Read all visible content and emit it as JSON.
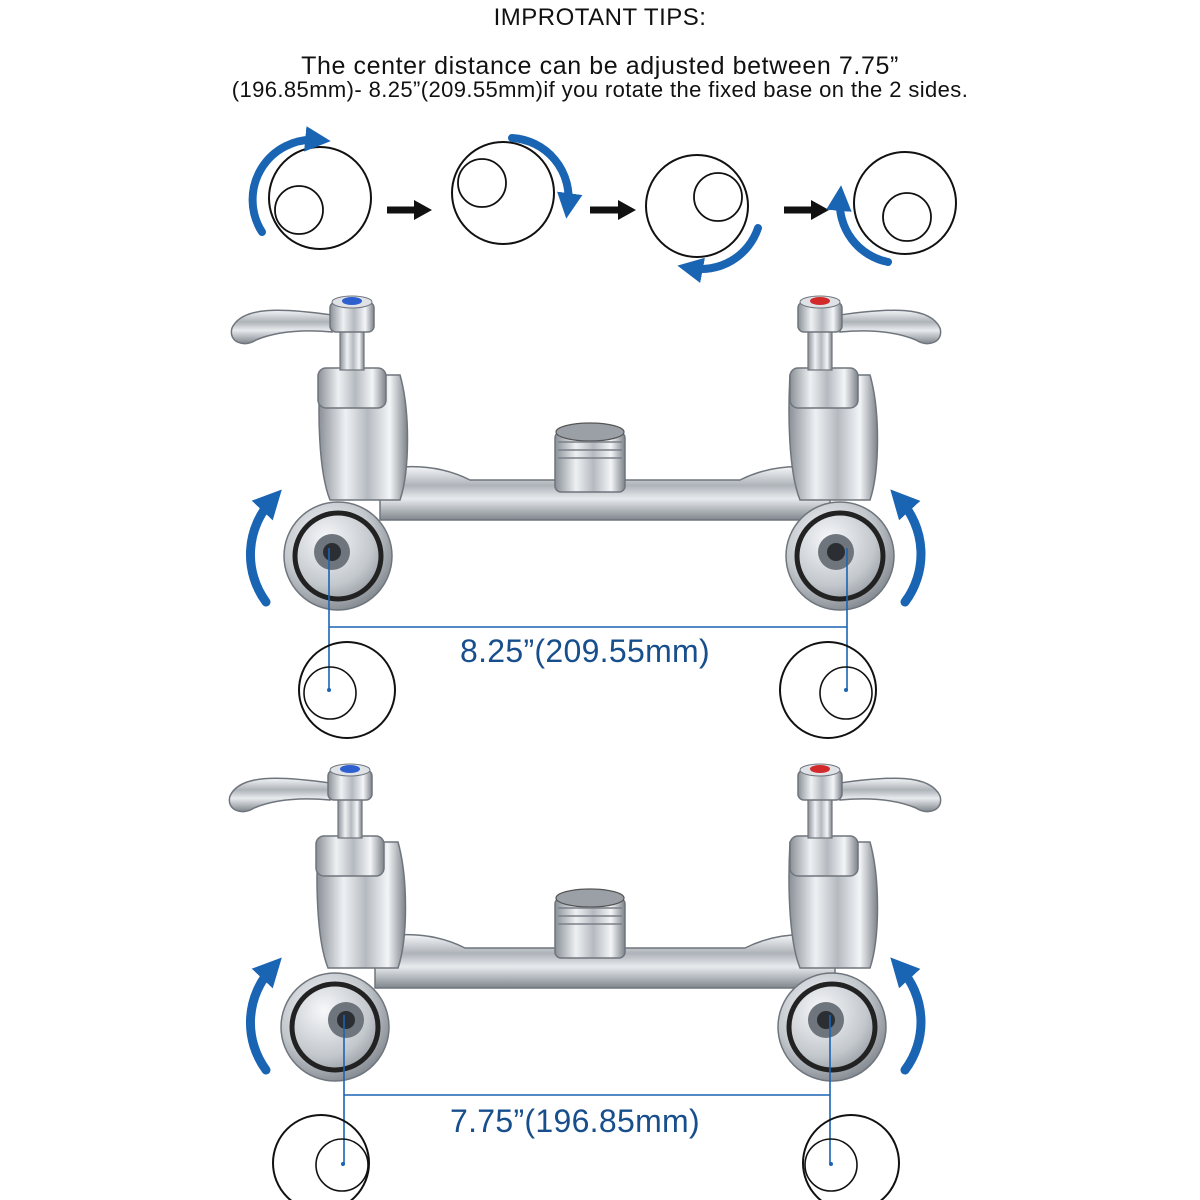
{
  "header": {
    "title": "IMPROTANT TIPS:",
    "line1": "The center distance can be adjusted between 7.75”",
    "line2": "(196.85mm)- 8.25”(209.55mm)if you rotate the fixed base on the 2 sides."
  },
  "dimensions": {
    "wide_label": "8.25”(209.55mm)",
    "narrow_label": "7.75”(196.85mm)"
  },
  "colors": {
    "accent_blue": "#1a64b4",
    "dimension_text": "#174e8c",
    "hot_cap": "#d22a2a",
    "cold_cap": "#2e5fcf",
    "chrome": "#c9cdd2"
  },
  "icons": [
    "rotation-arrow-icon",
    "next-step-arrow-icon",
    "eccentric-base-icon",
    "faucet-illustration"
  ]
}
